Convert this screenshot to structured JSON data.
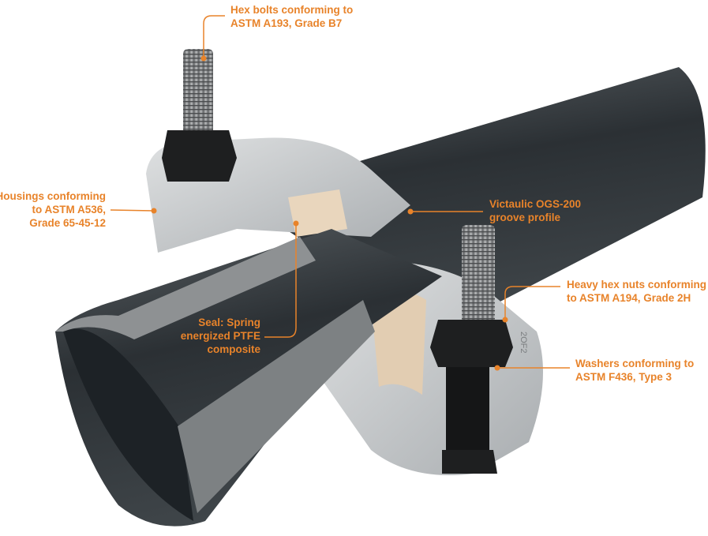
{
  "colors": {
    "accent": "#e8832a",
    "pipe": "#2f3438",
    "housing": "#c9ccce",
    "seal": "#e9d6bd",
    "bolt": "#8d8f90",
    "nut": "#1e1f20"
  },
  "callouts": {
    "hex_bolts": [
      "Hex bolts conforming to",
      "ASTM A193, Grade B7"
    ],
    "housings": [
      "Housings conforming",
      "to ASTM A536,",
      "Grade 65-45-12"
    ],
    "groove": [
      "Victaulic OGS-200",
      "groove profile"
    ],
    "seal": [
      "Seal: Spring",
      "energized PTFE",
      "composite"
    ],
    "nuts": [
      "Heavy hex nuts conforming",
      "to ASTM A194, Grade 2H"
    ],
    "washers": [
      "Washers conforming to",
      "ASTM F436, Type 3"
    ]
  },
  "housing_marking": "2OF2"
}
